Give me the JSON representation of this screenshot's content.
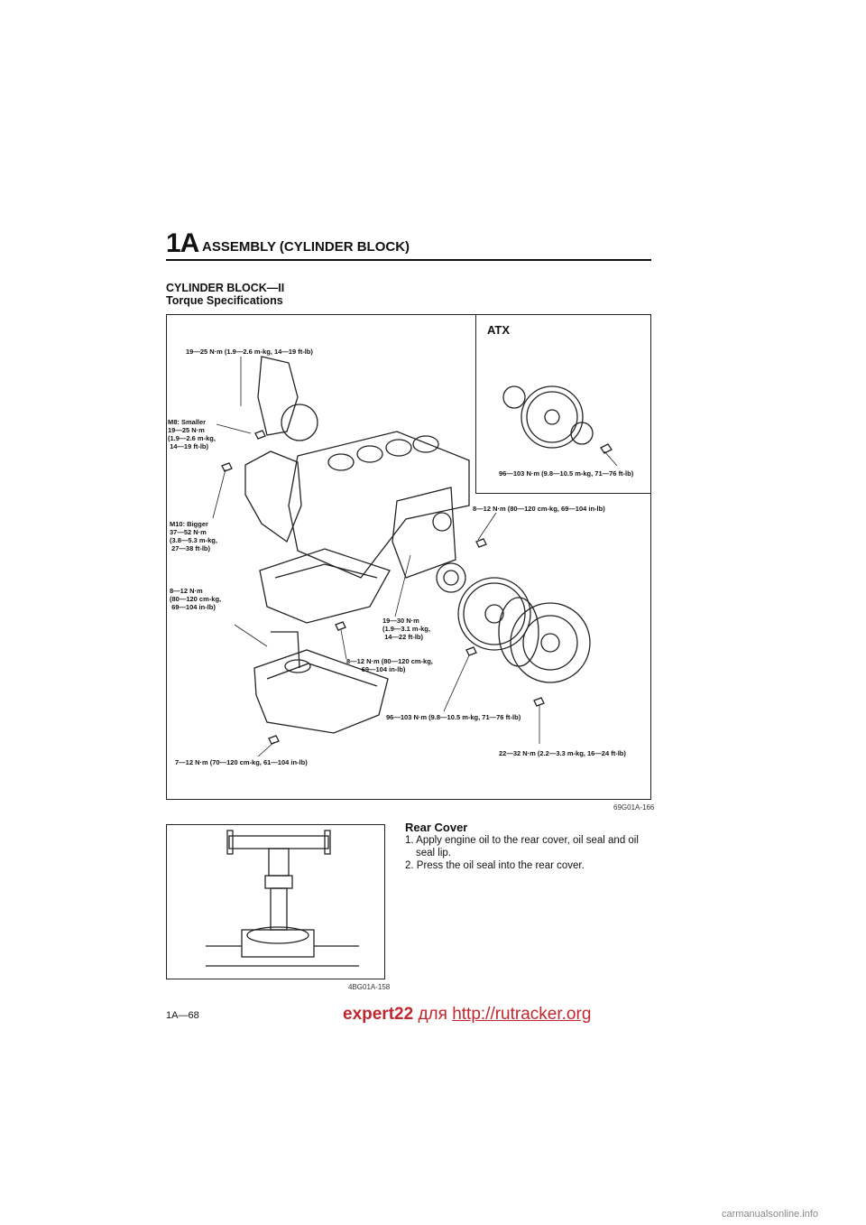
{
  "header": {
    "section_code": "1A",
    "section_title": "ASSEMBLY (CYLINDER BLOCK)"
  },
  "headings": {
    "title": "CYLINDER BLOCK—II",
    "subtitle": "Torque Specifications"
  },
  "figure1": {
    "inset_label": "ATX",
    "code": "69G01A-166",
    "labels": {
      "top": "19—25 N·m (1.9—2.6 m-kg, 14—19 ft-lb)",
      "m8": "M8: Smaller\n19—25 N·m\n(1.9—2.6 m-kg,\n 14—19 ft-lb)",
      "m10": "M10: Bigger\n37—52 N·m\n(3.8—5.3 m-kg,\n 27—38 ft-lb)",
      "left_mid": "8—12 N·m\n(80—120 cm-kg,\n 69—104 in-lb)",
      "atx": "96—103 N·m (9.8—10.5 m-kg, 71—76 ft-lb)",
      "rear_cover": "8—12 N·m (80—120 cm-kg, 69—104 in-lb)",
      "center": "19—30 N·m\n(1.9—3.1 m-kg,\n 14—22 ft-lb)",
      "strainer": "8—12 N·m (80—120 cm-kg,\n        69—104 in-lb)",
      "flywheel": "96—103 N·m (9.8—10.5 m-kg, 71—76 ft-lb)",
      "clutch": "22—32 N·m (2.2—3.3 m-kg, 16—24 ft-lb)",
      "oil_pan": "7—12 N·m (70—120 cm-kg, 61—104 in-lb)"
    }
  },
  "figure2": {
    "code": "4BG01A-158"
  },
  "rear_cover": {
    "title": "Rear Cover",
    "steps": [
      "1. Apply engine oil to the rear cover, oil seal and oil",
      "seal lip.",
      "2. Press the oil seal into the rear cover."
    ]
  },
  "page_number": "1A—68",
  "watermark": {
    "name": "expert22",
    "middle": "для",
    "url": "http://rutracker.org"
  },
  "site_watermark": "carmanualsonline.info"
}
